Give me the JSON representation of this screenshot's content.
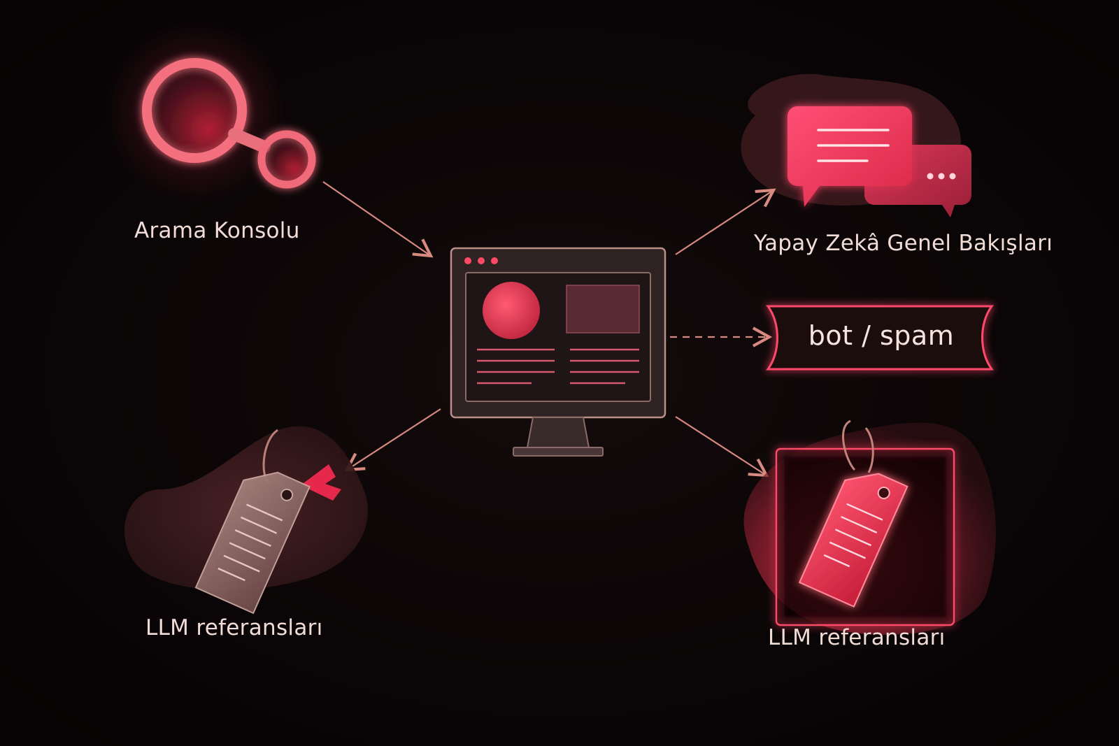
{
  "nodes": {
    "search_console": {
      "label": "Arama Konsolu",
      "icon": "magnifier-icon"
    },
    "ai_overviews": {
      "label": "Yapay Zekâ Genel Bakışları",
      "icon": "chat-bubbles-icon"
    },
    "bot_spam": {
      "label": "bot / spam"
    },
    "llm_left": {
      "label": "LLM referansları",
      "icon": "tag-icon"
    },
    "llm_right": {
      "label": "LLM referansları",
      "icon": "tag-icon"
    },
    "center": {
      "icon": "monitor-icon"
    }
  },
  "colors": {
    "background": "#0a0506",
    "accent": "#ff4466",
    "accent_soft": "#e85a72",
    "line": "#d98a80",
    "text": "#f1dcd6"
  }
}
